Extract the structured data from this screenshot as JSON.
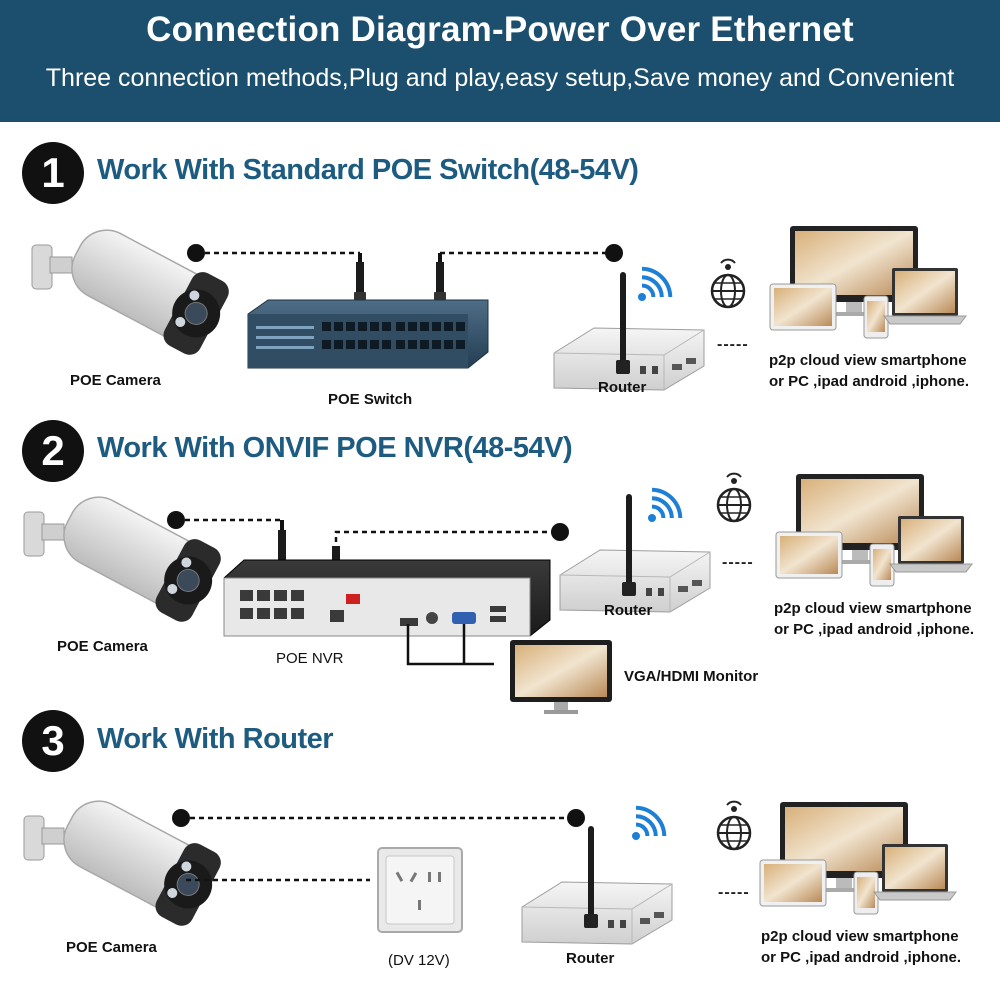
{
  "header": {
    "title": "Connection Diagram-Power Over Ethernet",
    "subtitle": "Three connection methods,Plug and play,easy setup,Save money and Convenient"
  },
  "sections": [
    {
      "number": "1",
      "title": "Work With Standard POE Switch(48-54V)",
      "camera_label": "POE Camera",
      "device_label": "POE Switch",
      "router_label": "Router",
      "dash": "-----",
      "cloud_line1": "p2p cloud view smartphone",
      "cloud_line2": "or PC ,ipad android ,iphone."
    },
    {
      "number": "2",
      "title": "Work With ONVIF POE NVR(48-54V)",
      "camera_label": "POE Camera",
      "device_label": "POE NVR",
      "monitor_label": "VGA/HDMI Monitor",
      "router_label": "Router",
      "dash": "-----",
      "cloud_line1": "p2p cloud view smartphone",
      "cloud_line2": "or PC ,ipad android ,iphone."
    },
    {
      "number": "3",
      "title": "Work With Router",
      "camera_label": "POE Camera",
      "device_label": "(DV 12V)",
      "router_label": "Router",
      "dash": "-----",
      "cloud_line1": "p2p cloud view smartphone",
      "cloud_line2": "or PC ,ipad android ,iphone."
    }
  ],
  "icons": [
    "camera-icon",
    "poe-switch-icon",
    "router-icon",
    "wifi-icon",
    "globe-icon",
    "devices-icon",
    "nvr-icon",
    "monitor-icon",
    "power-outlet-icon",
    "ethernet-plug-icon"
  ],
  "colors": {
    "header_bg": "#1b4f6d",
    "section_title": "#1d5c80",
    "badge": "#111111",
    "wifi": "#1e7fd6"
  }
}
